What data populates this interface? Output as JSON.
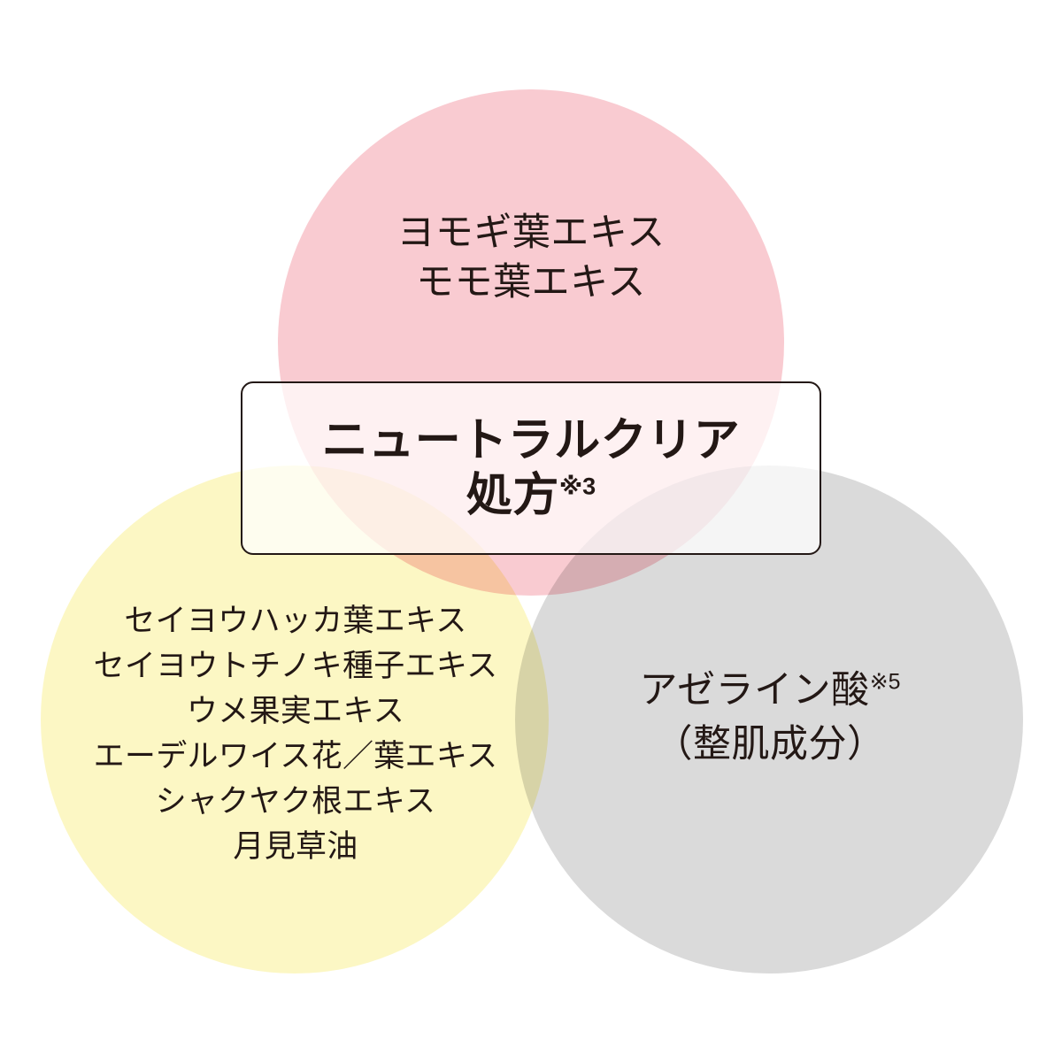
{
  "diagram": {
    "type": "venn",
    "title": "",
    "background_color": "#ffffff",
    "text_color": "#231815",
    "circles": [
      {
        "id": "top",
        "position": "top-center",
        "color": "#f9cbd1",
        "color_name": "pink",
        "lines": [
          "ヨモギ葉エキス",
          "モモ葉エキス"
        ]
      },
      {
        "id": "left",
        "position": "bottom-left",
        "color": "#fcf7c4",
        "color_name": "pale-yellow",
        "lines": [
          "セイヨウハッカ葉エキス",
          "セイヨウトチノキ種子エキス",
          "ウメ果実エキス",
          "エーデルワイス花／葉エキス",
          "シャクヤク根エキス",
          "月見草油"
        ]
      },
      {
        "id": "right",
        "position": "bottom-right",
        "color": "#dadada",
        "color_name": "gray",
        "lines": [
          "アゼライン酸",
          "（整肌成分）"
        ],
        "superscript": "※5"
      }
    ],
    "center_box": {
      "border_color": "#231815",
      "background": "rgba(255,255,255,0.72)",
      "line1": "ニュートラルクリア",
      "line2": "処方",
      "superscript": "※3"
    }
  }
}
